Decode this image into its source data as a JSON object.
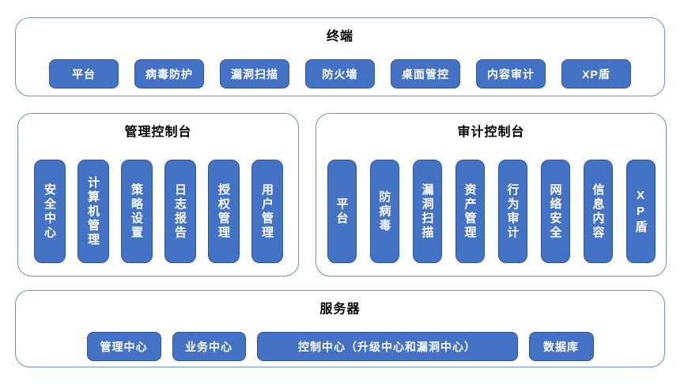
{
  "colors": {
    "pill_fill": "#4472C4",
    "pill_border": "#2F5597",
    "panel_border": "#6C90CB",
    "panel_fill": "#FFFFFF",
    "pill_text": "#FFFFFF",
    "title_text": "#000000"
  },
  "sections": {
    "terminal": {
      "title": "终端",
      "items": [
        "平台",
        "病毒防护",
        "漏洞扫描",
        "防火墙",
        "桌面管控",
        "内容审计",
        "XP盾"
      ]
    },
    "management_console": {
      "title": "管理控制台",
      "items": [
        "安全中心",
        "计算机管理",
        "策略设置",
        "日志报告",
        "授权管理",
        "用户管理"
      ]
    },
    "audit_console": {
      "title": "审计控制台",
      "items": [
        "平台",
        "防病毒",
        "漏洞扫描",
        "资产管理",
        "行为审计",
        "网络安全",
        "信息内容",
        "XP盾"
      ]
    },
    "server": {
      "title": "服务器",
      "items": [
        "管理中心",
        "业务中心",
        "控制中心（升级中心和漏洞中心）",
        "数据库"
      ]
    }
  }
}
